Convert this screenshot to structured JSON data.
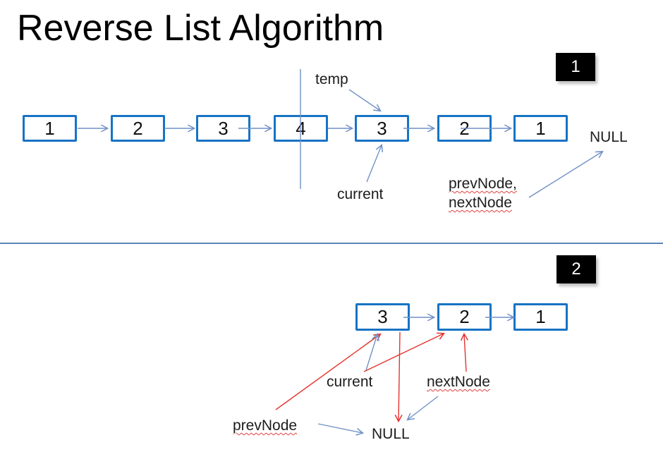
{
  "title": "Reverse List Algorithm",
  "colors": {
    "box_border": "#1773c4",
    "arrow_blue": "#7191c7",
    "arrow_red": "#e5332e",
    "divider": "#5b87b5",
    "badge_bg": "#000000",
    "badge_text": "#ffffff"
  },
  "step1": {
    "badge": "1",
    "nodes": [
      "1",
      "2",
      "3",
      "4",
      "3",
      "2",
      "1"
    ],
    "labels": {
      "temp": "temp",
      "current": "current",
      "prev_next_line1": "prevNode,",
      "prev_next_line2": "nextNode",
      "null": "NULL"
    }
  },
  "step2": {
    "badge": "2",
    "nodes": [
      "3",
      "2",
      "1"
    ],
    "labels": {
      "current": "current",
      "next_node": "nextNode",
      "prev_node": "prevNode",
      "null": "NULL"
    }
  }
}
